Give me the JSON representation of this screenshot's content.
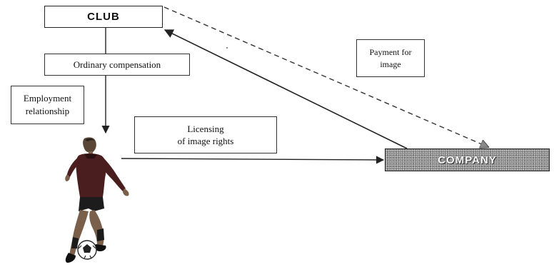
{
  "club": {
    "label": "CLUB"
  },
  "company": {
    "label": "COMPANY"
  },
  "boxes": {
    "ordinary_compensation": "Ordinary compensation",
    "employment_line1": "Employment",
    "employment_line2": "relationship",
    "licensing_line1": "Licensing",
    "licensing_line2": "of image rights",
    "payment_line1": "Payment for",
    "payment_line2": "image"
  },
  "figure": {
    "icon": "football-player-icon"
  },
  "colors": {
    "company_fill": "#8d8d8d",
    "line": "#222222"
  }
}
